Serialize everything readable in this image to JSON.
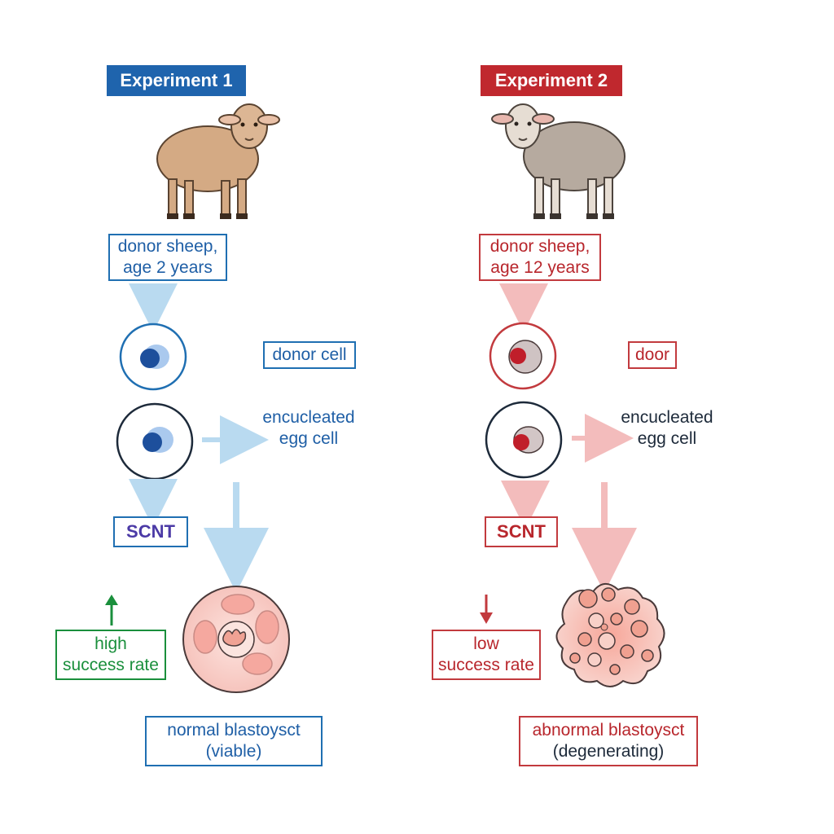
{
  "experiment1": {
    "title": "Experiment 1",
    "donor_label_line1": "donor sheep,",
    "donor_label_line2": "age 2 years",
    "cell_label": "donor cell",
    "egg_label_line1": "encucleated",
    "egg_label_line2": "egg cell",
    "scnt_label": "SCNT",
    "rate_label_line1": "high",
    "rate_label_line2": "success rate",
    "blastocyst_label_line1": "normal blastoysct",
    "blastocyst_label_line2": "(viable)"
  },
  "experiment2": {
    "title": "Experiment 2",
    "donor_label_line1": "donor sheep,",
    "donor_label_line2": "age 12 years",
    "cell_label": "door",
    "egg_label_line1": "encucleated",
    "egg_label_line2": "egg cell",
    "scnt_label": "SCNT",
    "rate_label_line1": "low",
    "rate_label_line2": "success rate",
    "blastocyst_label_line1": "abnormal blastoysct",
    "blastocyst_label_line2": "(degenerating)"
  },
  "colors": {
    "experiment1_accent": "#1f6fb2",
    "experiment2_accent": "#c23a3e",
    "high_rate": "#1a8f3c",
    "low_rate": "#c23a3e",
    "arrow1": "#b9daf0",
    "arrow2": "#f3bcbc"
  },
  "icons": {
    "young_sheep": "young-sheep-icon",
    "old_sheep": "old-sheep-icon",
    "up_arrow": "up-arrow-icon",
    "down_arrow": "down-arrow-icon"
  }
}
